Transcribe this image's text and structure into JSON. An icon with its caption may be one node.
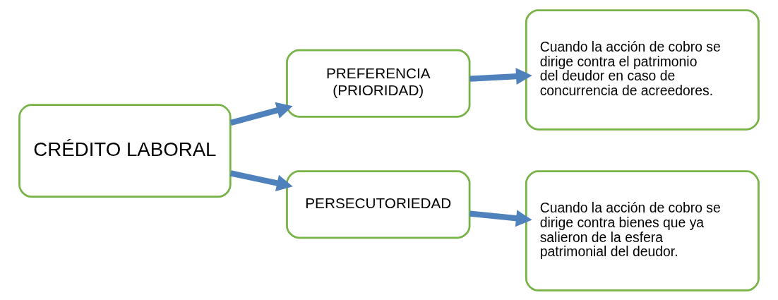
{
  "diagram": {
    "nodes": [
      {
        "text": [
          "CRÉDITO LABORAL"
        ]
      },
      {
        "text": [
          "PREFERENCIA",
          "(PRIORIDAD)"
        ]
      },
      {
        "text": [
          "PERSECUTORIEDAD"
        ]
      },
      {
        "text": [
          "Cuando la acción de cobro se dirige contra el patrimonio del deudor en caso de concurrencia de acreedores."
        ]
      },
      {
        "text": [
          "Cuando la acción de cobro se dirige contra bienes que ya salieron de la esfera patrimonial del deudor."
        ]
      }
    ],
    "edges": [
      {
        "from": 0,
        "to": 1,
        "arrow": "to"
      },
      {
        "from": 0,
        "to": 2,
        "arrow": "to"
      },
      {
        "from": 1,
        "to": 3,
        "arrow": "to"
      },
      {
        "from": 2,
        "to": 4,
        "arrow": "to"
      }
    ]
  }
}
